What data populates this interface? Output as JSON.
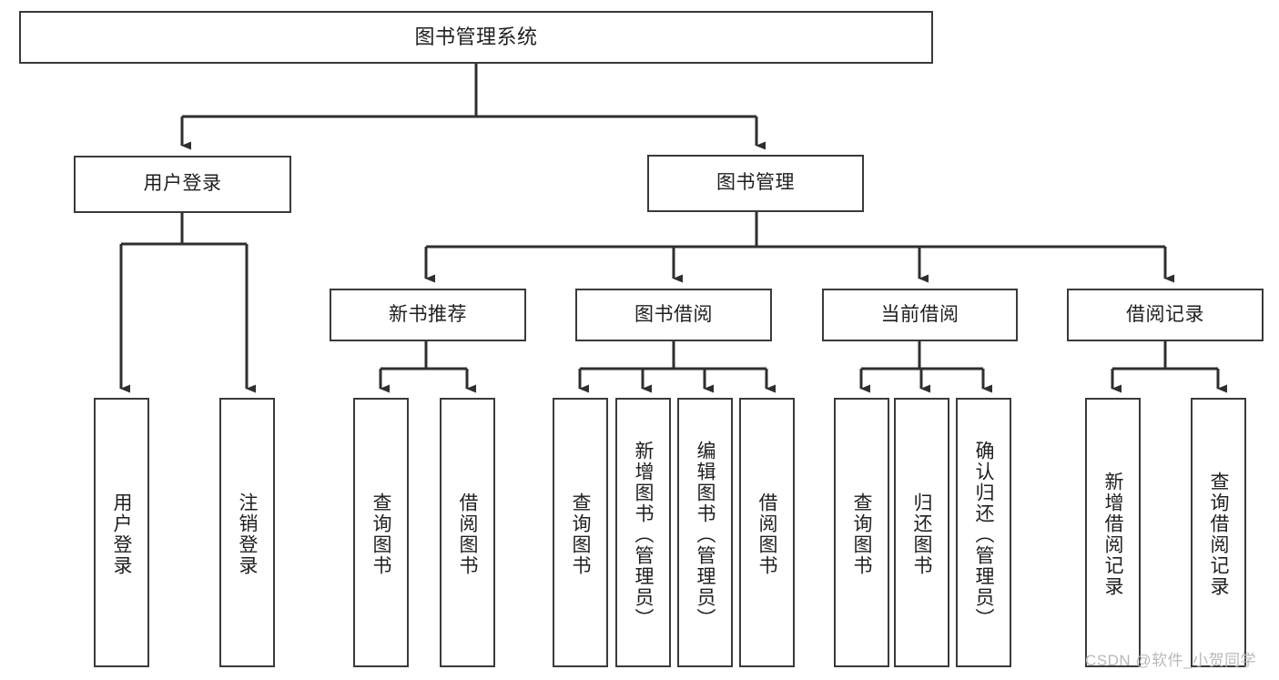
{
  "diagram": {
    "title": "图书管理系统",
    "type": "tree-hierarchy-chart",
    "colors": {
      "box_border": "#3a3a3a",
      "box_fill": "#ffffff",
      "connector": "#2f2f2f",
      "text": "#1f1f1f",
      "watermark": "#b9b9b9",
      "background": "#ffffff"
    },
    "watermark": "CSDN @软件_小贺同学",
    "nodes": {
      "root": {
        "label": "图书管理系统"
      },
      "level2": [
        {
          "label": "用户登录"
        },
        {
          "label": "图书管理"
        }
      ],
      "level3": [
        {
          "label": "新书推荐"
        },
        {
          "label": "图书借阅"
        },
        {
          "label": "当前借阅"
        },
        {
          "label": "借阅记录"
        }
      ],
      "leaves_user_login": [
        {
          "label": "用户登录"
        },
        {
          "label": "注销登录"
        }
      ],
      "leaves_new_book": [
        {
          "label": "查询图书"
        },
        {
          "label": "借阅图书"
        }
      ],
      "leaves_borrow": [
        {
          "label": "查询图书"
        },
        {
          "label": "新增图书（管理员）"
        },
        {
          "label": "编辑图书（管理员）"
        },
        {
          "label": "借阅图书"
        }
      ],
      "leaves_current": [
        {
          "label": "查询图书"
        },
        {
          "label": "归还图书"
        },
        {
          "label": "确认归还（管理员）"
        }
      ],
      "leaves_records": [
        {
          "label": "新增借阅记录"
        },
        {
          "label": "查询借阅记录"
        }
      ]
    }
  }
}
